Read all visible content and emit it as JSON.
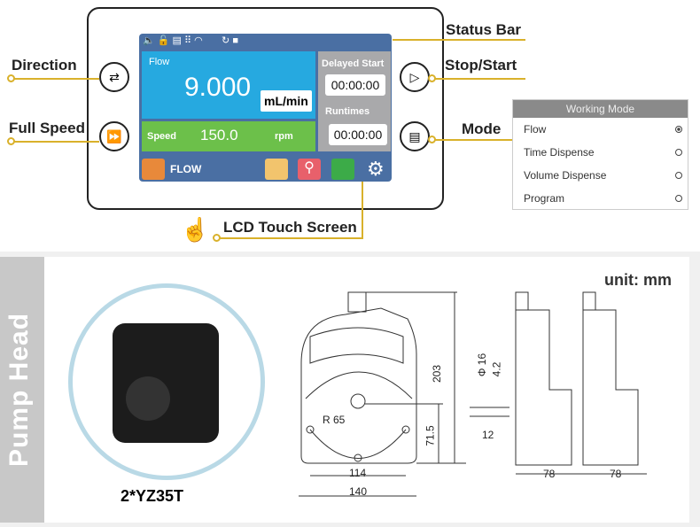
{
  "labels": {
    "direction": "Direction",
    "full_speed": "Full Speed",
    "status_bar": "Status Bar",
    "stop_start": "Stop/Start",
    "mode": "Mode",
    "lcd": "LCD Touch Screen"
  },
  "screen": {
    "flow_label": "Flow",
    "flow_value": "9.000",
    "flow_unit": "mL/min",
    "speed_label": "Speed",
    "speed_value": "150.0",
    "speed_unit": "rpm",
    "delayed_label": "Delayed Start",
    "delayed_value": "00:00:00",
    "runtimes_label": "Runtimes",
    "runtimes_value": "00:00:00",
    "mode_text": "FLOW"
  },
  "working_mode": {
    "title": "Working Mode",
    "items": [
      {
        "label": "Flow",
        "selected": true
      },
      {
        "label": "Time Dispense",
        "selected": false
      },
      {
        "label": "Volume Dispense",
        "selected": false
      },
      {
        "label": "Program",
        "selected": false
      }
    ]
  },
  "pump": {
    "side_title": "Pump Head",
    "model": "2*YZ35T",
    "unit": "unit: mm"
  },
  "dims": {
    "h": "203",
    "center": "71.5",
    "r": "R 65",
    "w1": "114",
    "w2": "140",
    "phi": "Φ 16",
    "d42": "4.2",
    "d12": "12",
    "s1": "78",
    "s2": "78"
  }
}
